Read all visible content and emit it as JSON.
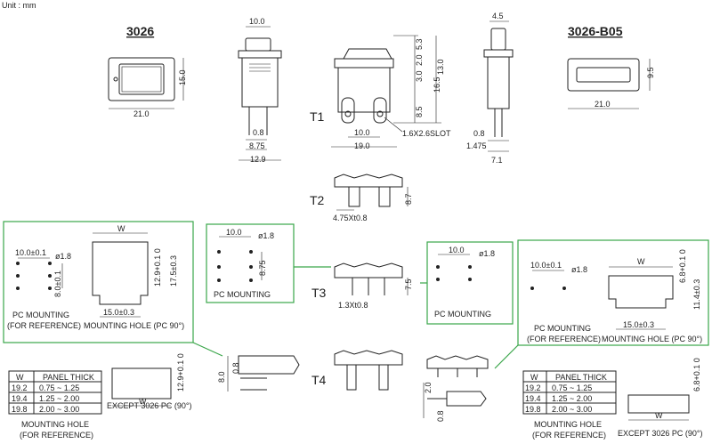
{
  "unit_label": "Unit : mm",
  "models": {
    "left": "3026",
    "right": "3026-B05"
  },
  "types": {
    "t1": "T1",
    "t2": "T2",
    "t3": "T3",
    "t4": "T4"
  },
  "dims": {
    "d10_0": "10.0",
    "d15_0": "15.0",
    "d21_0": "21.0",
    "d0_8": "0.8",
    "d8_75": "8.75",
    "d12_9": "12.9",
    "d4_5": "4.5",
    "d9_5": "9.5",
    "d1_475": "1.475",
    "d7_1": "7.1",
    "d19_0": "19.0",
    "d5_3": "5.3",
    "d2_0": "2.0",
    "d3_0": "3.0",
    "d13_0": "13.0",
    "d16_5": "16.5",
    "d8_5": "8.5",
    "slot": "1.6X2.6SLOT",
    "tab_475": "4.75Xt0.8",
    "d8_7": "8.7",
    "tab_13": "1.3Xt0.8",
    "d7_5": "7.5",
    "d10_tol": "10.0±0.1",
    "phi18": "ø1.8",
    "d8_tol": "8.0±0.1",
    "w": "W",
    "d12_9_tol": "12.9+0.1 0",
    "d17_5_tol": "17.5±0.3",
    "d15_tol": "15.0±0.3",
    "d6_8_tol": "6.8+0.1 0",
    "d11_4_tol": "11.4±0.3",
    "d8_0": "8.0"
  },
  "labels": {
    "pc_mounting": "PC MOUNTING",
    "for_reference": "(FOR REFERENCE)",
    "mounting_hole_pc90": "MOUNTING HOLE (PC 90°)",
    "mounting_hole": "MOUNTING HOLE",
    "except_3026": "EXCEPT 3026 PC (90°)"
  },
  "panel_table": {
    "header": [
      "W",
      "PANEL THICK"
    ],
    "rows": [
      [
        "19.2",
        "0.75 ~ 1.25"
      ],
      [
        "19.4",
        "1.25 ~ 2.00"
      ],
      [
        "19.8",
        "2.00 ~ 3.00"
      ]
    ]
  },
  "accent_color": "#3aa64a"
}
